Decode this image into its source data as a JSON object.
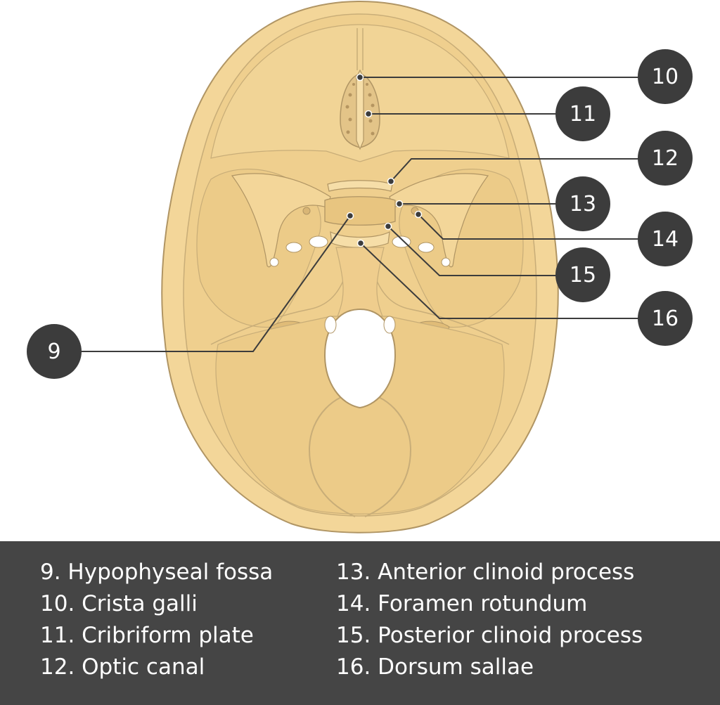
{
  "colors": {
    "bone": "#f3d699",
    "bone_dark": "#e9c57f",
    "outline": "#b09564",
    "callout_bg": "#3c3c3c",
    "leader_line": "#3c3c3c",
    "legend_bg": "#454545",
    "legend_text": "#ffffff"
  },
  "callouts": [
    {
      "id": "9",
      "label": "9"
    },
    {
      "id": "10",
      "label": "10"
    },
    {
      "id": "11",
      "label": "11"
    },
    {
      "id": "12",
      "label": "12"
    },
    {
      "id": "13",
      "label": "13"
    },
    {
      "id": "14",
      "label": "14"
    },
    {
      "id": "15",
      "label": "15"
    },
    {
      "id": "16",
      "label": "16"
    }
  ],
  "legend": {
    "left": [
      "9. Hypophyseal fossa",
      "10. Crista galli",
      "11. Cribriform plate",
      "12. Optic canal"
    ],
    "right": [
      "13. Anterior clinoid process",
      "14. Foramen rotundum",
      "15. Posterior clinoid process",
      "16. Dorsum sallae"
    ]
  }
}
